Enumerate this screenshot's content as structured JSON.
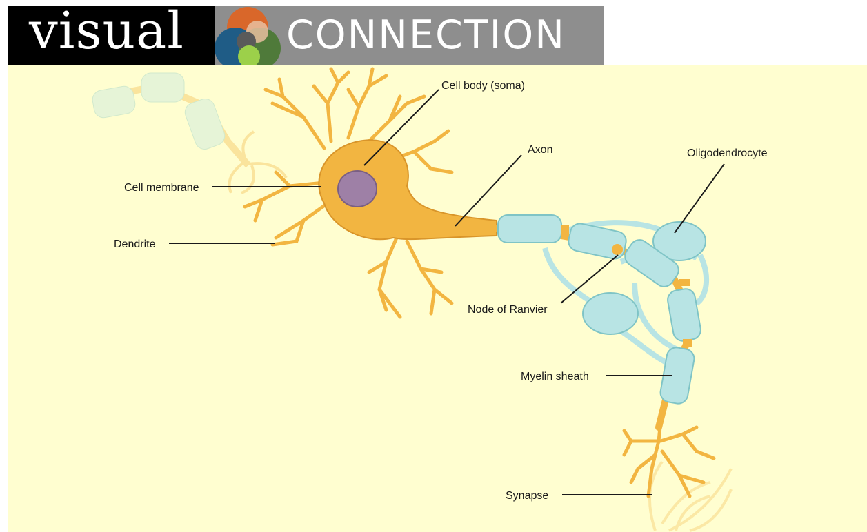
{
  "banner": {
    "word_left": "visual",
    "word_right": "CONNECTION",
    "logo_icon": "overlapping-circles-logo",
    "colors": {
      "left_bg": "#000000",
      "right_bg": "#8e8e8e",
      "circle_orange": "#d9672a",
      "circle_blue": "#1f5c86",
      "circle_green": "#8ab73a"
    }
  },
  "diagram": {
    "background": "#fffed0",
    "labels": {
      "cell_body": "Cell body (soma)",
      "axon": "Axon",
      "oligodendrocyte": "Oligodendrocyte",
      "cell_membrane": "Cell membrane",
      "dendrite": "Dendrite",
      "node_of_ranvier": "Node of Ranvier",
      "myelin_sheath": "Myelin sheath",
      "synapse": "Synapse"
    },
    "colors": {
      "neuron": "#f2b541",
      "neuron_stroke": "#d9952a",
      "nucleus": "#9e80a6",
      "myelin": "#b8e4e4",
      "myelin_stroke": "#7fc4c6"
    }
  }
}
